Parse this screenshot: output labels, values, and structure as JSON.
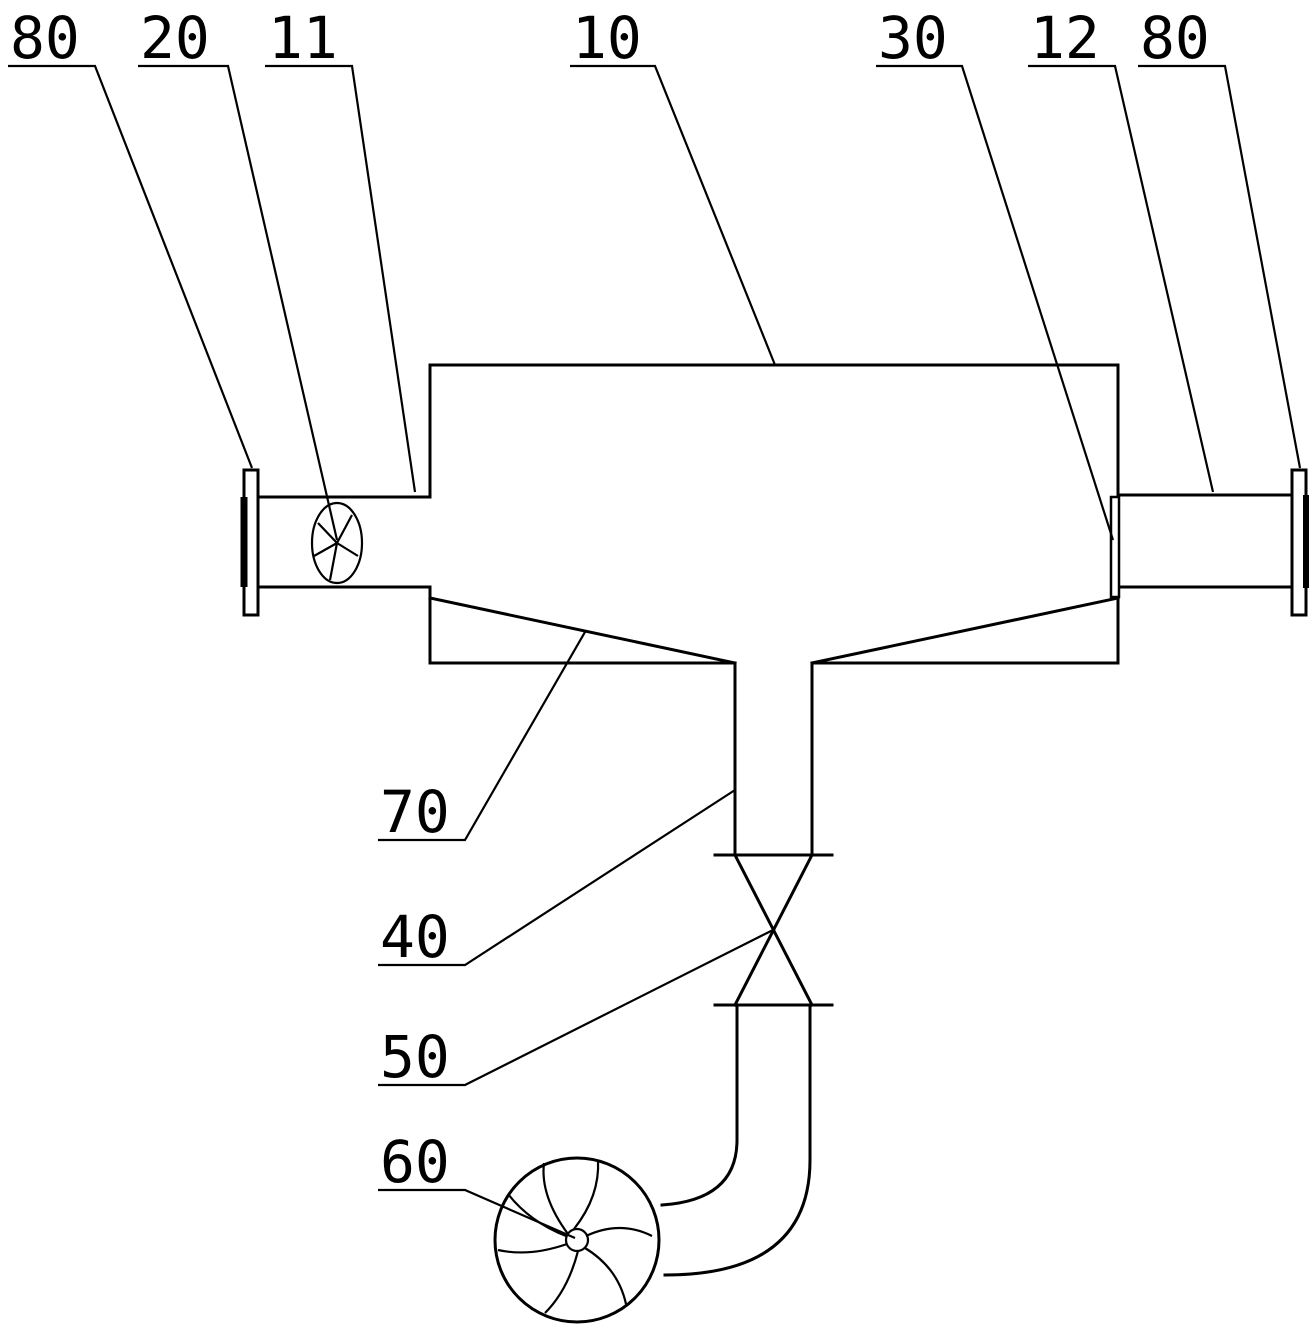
{
  "labels": {
    "l80_left": "80",
    "l20": "20",
    "l11": "11",
    "l10": "10",
    "l30": "30",
    "l12": "12",
    "l80_right": "80",
    "l70": "70",
    "l40": "40",
    "l50": "50",
    "l60": "60"
  }
}
